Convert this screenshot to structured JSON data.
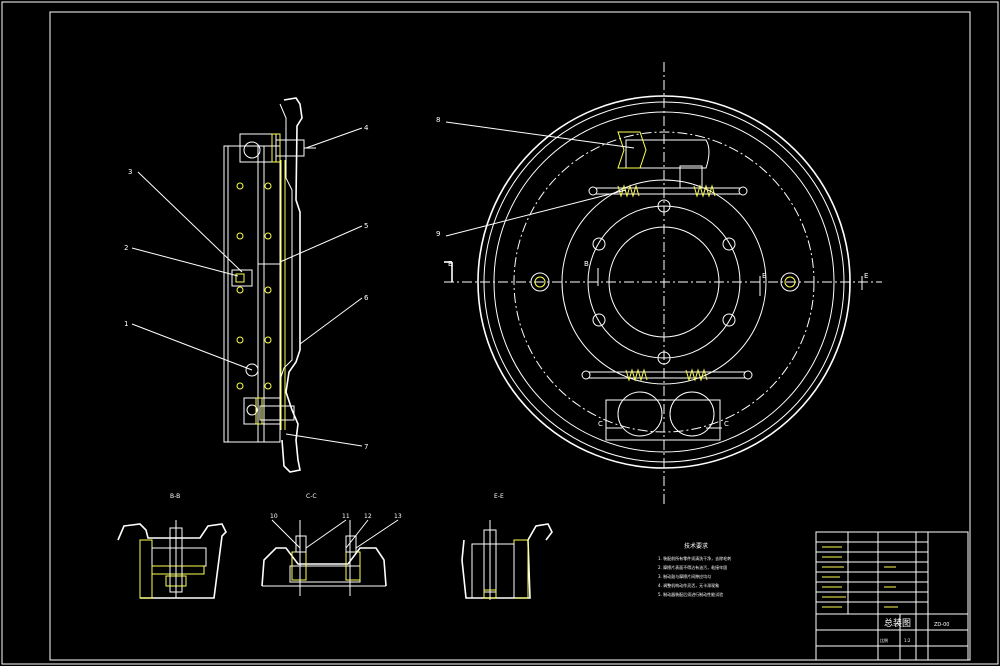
{
  "drawing": {
    "callouts_side": [
      "4",
      "3",
      "2",
      "5",
      "6",
      "1",
      "7"
    ],
    "callouts_front": [
      "8",
      "9"
    ],
    "section_markers": [
      "B",
      "B",
      "E",
      "E",
      "C",
      "C"
    ],
    "section_titles": [
      "B-B",
      "C-C",
      "E-E"
    ],
    "section_callouts": [
      "10",
      "11",
      "12",
      "13"
    ]
  },
  "notes": {
    "heading": "技术要求",
    "items": [
      "1. 装配前所有零件须清洗干净，去除毛刺",
      "2. 摩擦片表面不得沾有油污，粘接牢固",
      "3. 制动鼓与摩擦片间隙应均匀",
      "4. 调整机构动作灵活，无卡滞现象",
      "5. 制动器装配后须进行制动性能试验"
    ]
  },
  "title_block": {
    "drawing_name": "总装图",
    "part_code": "ZD-00",
    "scale_label": "比例",
    "scale": "1:2"
  }
}
